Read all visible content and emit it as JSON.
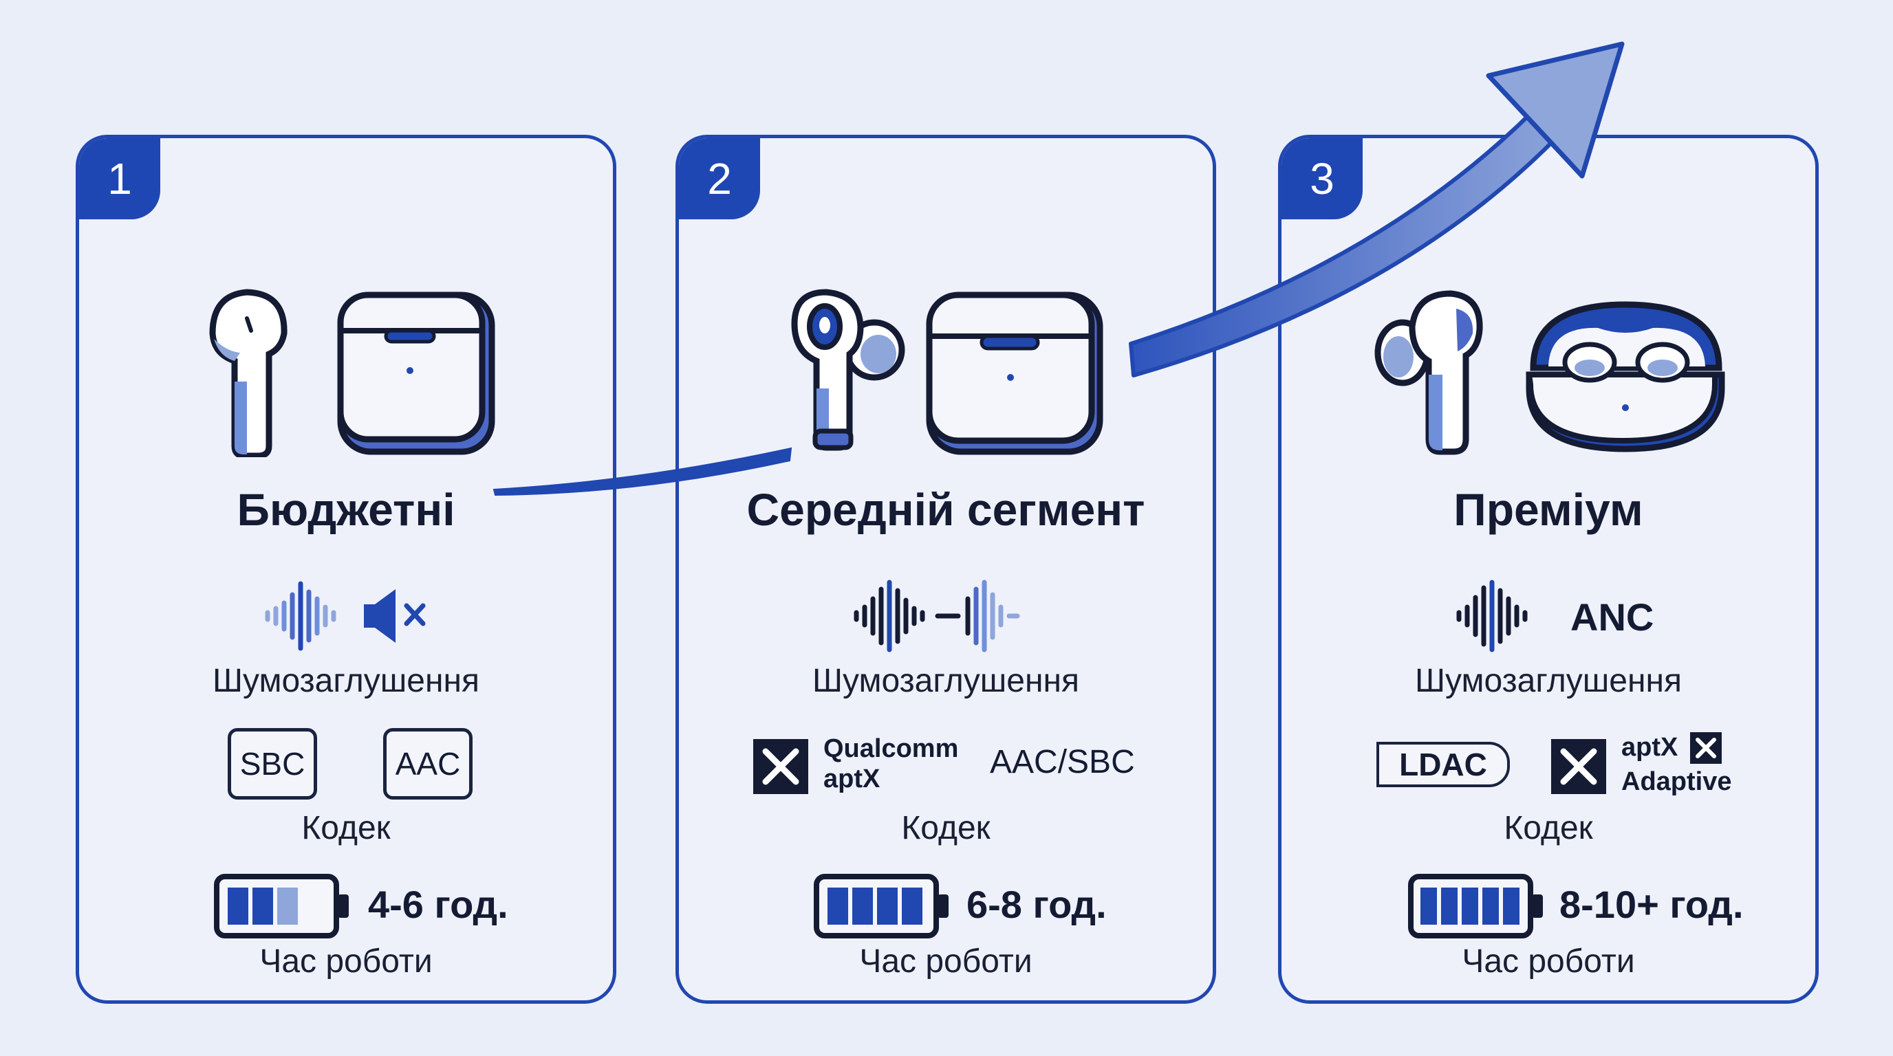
{
  "tiers": [
    {
      "number": "1",
      "title": "Бюджетні",
      "noise_label": "Шумозаглушення",
      "codecs": [
        "SBC",
        "AAC"
      ],
      "codec_label": "Кодек",
      "battery_text": "4-6 год.",
      "battery_level_bars": 3,
      "battery_label": "Час роботи"
    },
    {
      "number": "2",
      "title": "Середній сегмент",
      "noise_label": "Шумозаглушення",
      "codec_brand_line1": "Qualcomm",
      "codec_brand_line2": "aptX",
      "codec_text": "AAC/SBC",
      "codec_label": "Кодек",
      "battery_text": "6-8 год.",
      "battery_level_bars": 4,
      "battery_label": "Час роботи"
    },
    {
      "number": "3",
      "title": "Преміум",
      "anc_text": "ANC",
      "noise_label": "Шумозаглушення",
      "codec_ldac": "LDAC",
      "codec_brand_line1": "aptX",
      "codec_brand_line2": "Adaptive",
      "codec_label": "Кодек",
      "battery_text": "8-10+ год.",
      "battery_level_bars": 5,
      "battery_label": "Час роботи"
    }
  ],
  "colors": {
    "accent": "#2147b0",
    "accent_light": "#8fa6db",
    "dark": "#141b33",
    "background": "#eaeef8"
  },
  "icons": [
    "earbud-icon",
    "case-icon",
    "sound-wave-icon",
    "mute-icon",
    "battery-icon",
    "aptx-logo-icon",
    "progress-arrow-icon"
  ]
}
